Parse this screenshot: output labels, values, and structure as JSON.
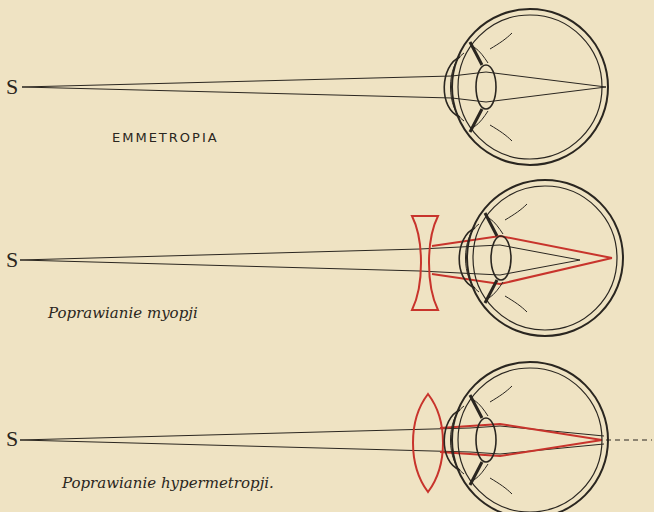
{
  "diagram": {
    "labels": [
      "S",
      "EMMETROPIA",
      "S",
      "Poprawianie myopji",
      "S",
      "Poprawianie hypermetropji."
    ]
  }
}
